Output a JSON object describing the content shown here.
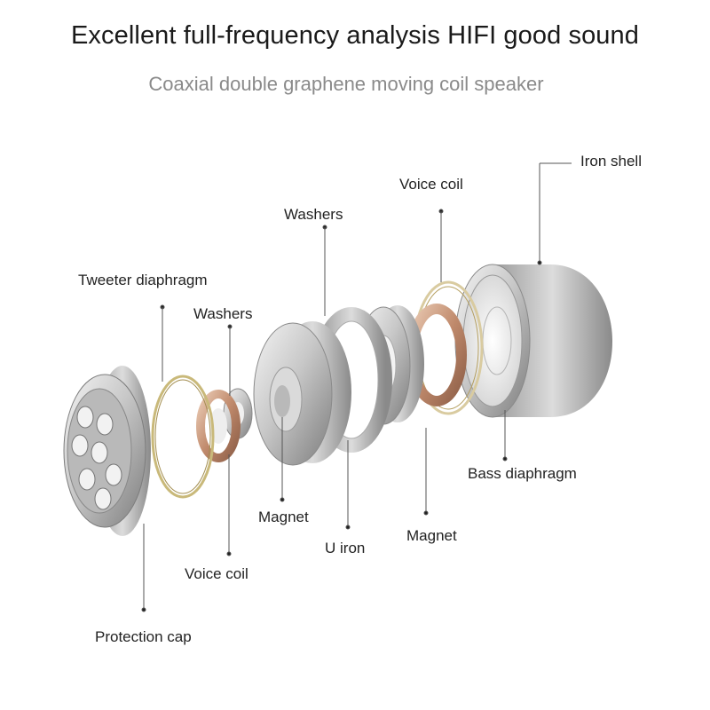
{
  "header": {
    "title": "Excellent full-frequency analysis HIFI good sound",
    "subtitle": "Coaxial double graphene moving coil speaker"
  },
  "labels": {
    "iron_shell": "Iron shell",
    "voice_coil_top": "Voice coil",
    "washers_top": "Washers",
    "tweeter_diaphragm": "Tweeter diaphragm",
    "washers_small": "Washers",
    "bass_diaphragm": "Bass diaphragm",
    "magnet_center": "Magnet",
    "magnet_right": "Magnet",
    "u_iron": "U iron",
    "voice_coil_bottom": "Voice coil",
    "protection_cap": "Protection cap"
  },
  "colors": {
    "metal_light": "#e2e2e2",
    "metal_dark": "#8c8c8c",
    "copper": "#c79a7f",
    "gold_ring": "#c9b97a",
    "leader_line": "#555555"
  }
}
